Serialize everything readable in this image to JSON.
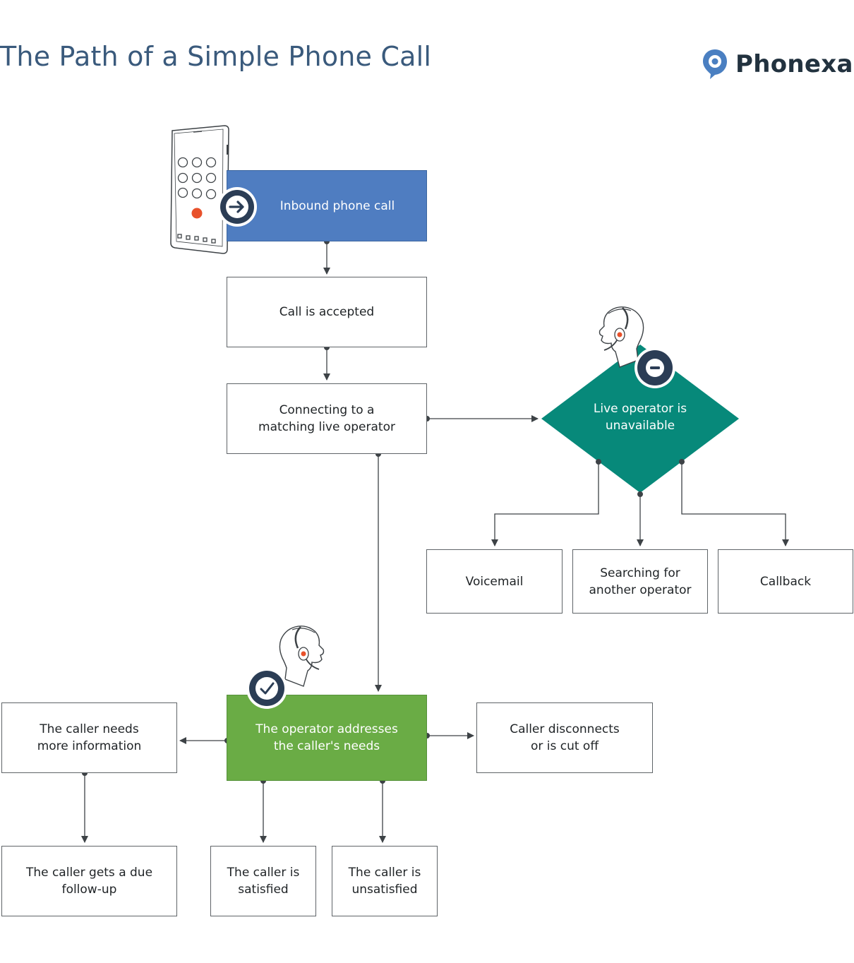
{
  "header": {
    "title": "The Path of a Simple Phone Call",
    "brand": "Phonexa",
    "brand_mark": "®"
  },
  "nodes": {
    "inbound": "Inbound phone call",
    "accepted": "Call is accepted",
    "connecting": "Connecting to a matching live operator",
    "unavailable": "Live operator is unavailable",
    "voicemail": "Voicemail",
    "searching": "Searching for another operator",
    "callback": "Callback",
    "addresses": "The operator addresses the caller's needs",
    "more_info": "The caller needs more information",
    "disconnects": "Caller disconnects or is cut off",
    "follow_up": "The caller gets a due follow-up",
    "satisfied": "The caller is satisfied",
    "unsatisfied": "The caller is unsatisfied"
  },
  "colors": {
    "blue": "#4f7dc1",
    "teal": "#07897a",
    "green": "#6aac45",
    "navy": "#2b3d55",
    "accent_red": "#e8512b",
    "connector": "#3d4246",
    "title": "#3a5a7c",
    "logo_blue": "#4a7fc1"
  },
  "icons": [
    "phone-icon",
    "arrow-badge-icon",
    "minus-badge-icon",
    "check-badge-icon",
    "operator-icon",
    "location-pin-logo-icon"
  ]
}
